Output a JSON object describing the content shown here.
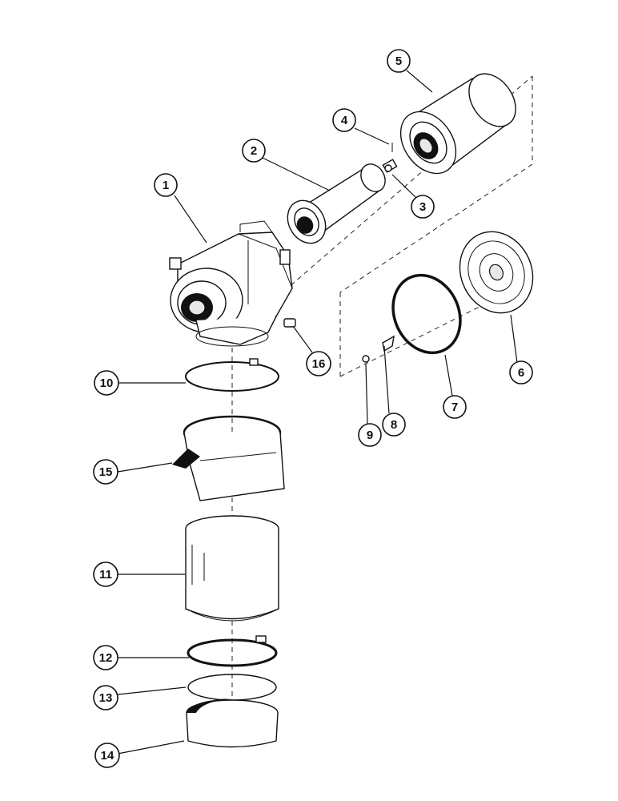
{
  "diagram": {
    "type": "exploded-parts-view",
    "callouts": [
      {
        "id": "1",
        "label": "1"
      },
      {
        "id": "2",
        "label": "2"
      },
      {
        "id": "3",
        "label": "3"
      },
      {
        "id": "4",
        "label": "4"
      },
      {
        "id": "5",
        "label": "5"
      },
      {
        "id": "6",
        "label": "6"
      },
      {
        "id": "7",
        "label": "7"
      },
      {
        "id": "8",
        "label": "8"
      },
      {
        "id": "9",
        "label": "9"
      },
      {
        "id": "10",
        "label": "10"
      },
      {
        "id": "11",
        "label": "11"
      },
      {
        "id": "12",
        "label": "12"
      },
      {
        "id": "13",
        "label": "13"
      },
      {
        "id": "14",
        "label": "14"
      },
      {
        "id": "15",
        "label": "15"
      },
      {
        "id": "16",
        "label": "16"
      }
    ],
    "parts": [
      {
        "callout": "1",
        "icon": "air-cleaner-body-icon"
      },
      {
        "callout": "2",
        "icon": "inner-filter-element-icon"
      },
      {
        "callout": "3",
        "icon": "wing-nut-icon"
      },
      {
        "callout": "4",
        "icon": "small-pin-icon"
      },
      {
        "callout": "5",
        "icon": "outer-filter-element-icon"
      },
      {
        "callout": "6",
        "icon": "end-cover-icon"
      },
      {
        "callout": "7",
        "icon": "sealing-ring-icon"
      },
      {
        "callout": "8",
        "icon": "wing-nut-icon"
      },
      {
        "callout": "9",
        "icon": "washer-icon"
      },
      {
        "callout": "10",
        "icon": "clamp-ring-icon"
      },
      {
        "callout": "11",
        "icon": "screen-cylinder-icon"
      },
      {
        "callout": "12",
        "icon": "clamp-band-icon"
      },
      {
        "callout": "13",
        "icon": "gasket-ring-icon"
      },
      {
        "callout": "14",
        "icon": "cup-bowl-icon"
      },
      {
        "callout": "15",
        "icon": "hood-shroud-icon"
      },
      {
        "callout": "16",
        "icon": "fitting-icon"
      }
    ]
  }
}
